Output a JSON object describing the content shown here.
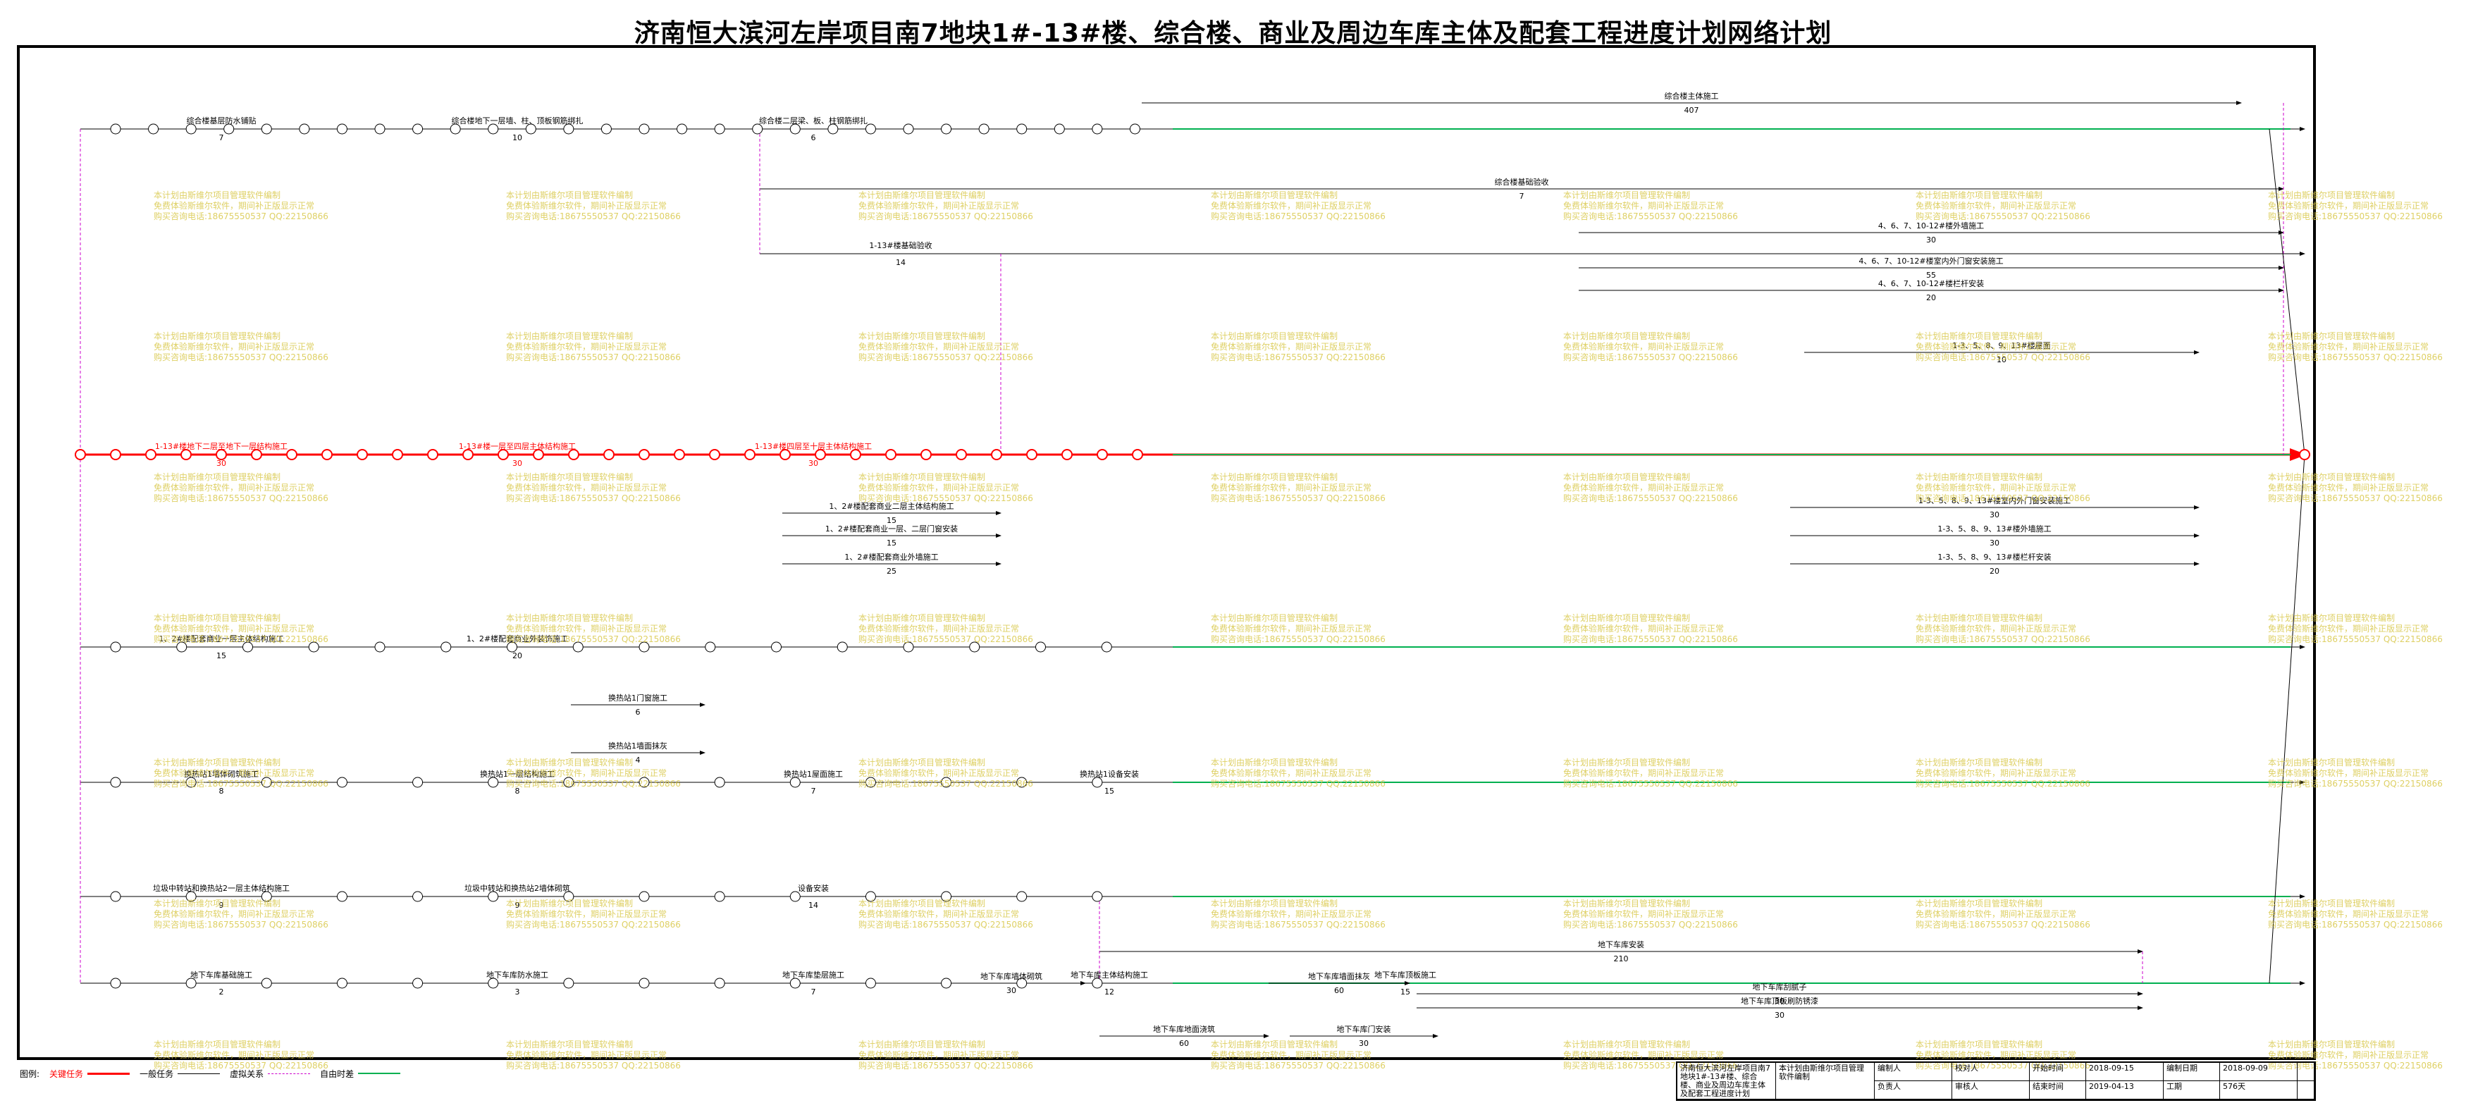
{
  "title": "济南恒大滨河左岸项目南7地块1#-13#楼、综合楼、商业及周边车库主体及配套工程进度计划网络计划",
  "colors": {
    "critical": "#ff0000",
    "normal": "#000000",
    "virtual": "#cc00cc",
    "float": "#00b050",
    "watermark": "#d9c84a"
  },
  "watermark": {
    "line1": "本计划由斯维尔项目管理软件编制",
    "line2": "免费体验斯维尔软件，期间补正版显示正常",
    "line3": "购买咨询电话:18675550537 QQ:22150866"
  },
  "edge_labels": [
    {
      "name": "综合楼基层防水铺贴",
      "dur": "7"
    },
    {
      "name": "综合楼地下一层墙、柱、顶板钢筋绑扎",
      "dur": "10"
    },
    {
      "name": "综合楼二层梁、板、柱钢筋绑扎",
      "dur": "6"
    },
    {
      "name": "综合楼主体施工",
      "dur": "407"
    },
    {
      "name": "综合楼基础验收",
      "dur": "7"
    },
    {
      "name": "1-13#楼基础验收",
      "dur": "14"
    },
    {
      "name": "1-13#楼地下二层至地下一层结构施工",
      "dur": "30"
    },
    {
      "name": "1-13#楼一层至四层主体结构施工",
      "dur": "30"
    },
    {
      "name": "1-13#楼四层至十层主体结构施工",
      "dur": "30"
    },
    {
      "name": "4、6、7、10-12#楼外墙施工",
      "dur": "30"
    },
    {
      "name": "4、6、7、10-12#楼室内外门窗安装施工",
      "dur": "55"
    },
    {
      "name": "4、6、7、10-12#楼栏杆安装",
      "dur": "20"
    },
    {
      "name": "1-3、5、8、9、13#楼屋面",
      "dur": "10"
    },
    {
      "name": "1-3、5、8、9、13#楼室内外门窗安装施工",
      "dur": "30"
    },
    {
      "name": "1-3、5、8、9、13#楼外墙施工",
      "dur": "30"
    },
    {
      "name": "1-3、5、8、9、13#楼栏杆安装",
      "dur": "20"
    },
    {
      "name": "1、2#楼配套商业二层主体结构施工",
      "dur": "15"
    },
    {
      "name": "1、2#楼配套商业一层、二层门窗安装",
      "dur": "15"
    },
    {
      "name": "1、2#楼配套商业外墙施工",
      "dur": "25"
    },
    {
      "name": "1、2#楼配套商业一层主体结构施工",
      "dur": "15"
    },
    {
      "name": "1、2#楼配套商业外装饰施工",
      "dur": "20"
    },
    {
      "name": "换热站1门窗施工",
      "dur": "6"
    },
    {
      "name": "换热站1墙面抹灰",
      "dur": "4"
    },
    {
      "name": "换热站1墙体砌筑施工",
      "dur": "8"
    },
    {
      "name": "换热站1一层结构施工",
      "dur": "8"
    },
    {
      "name": "换热站1屋面施工",
      "dur": "7"
    },
    {
      "name": "换热站1设备安装",
      "dur": "15"
    },
    {
      "name": "垃圾中转站和换热站2一层主体结构施工",
      "dur": "9"
    },
    {
      "name": "垃圾中转站和换热站2墙体砌筑",
      "dur": "9"
    },
    {
      "name": "设备安装",
      "dur": "14"
    },
    {
      "name": "地下车库基础施工",
      "dur": "2"
    },
    {
      "name": "地下车库防水施工",
      "dur": "3"
    },
    {
      "name": "地下车库垫层施工",
      "dur": "7"
    },
    {
      "name": "地下车库主体结构施工",
      "dur": "12"
    },
    {
      "name": "地下车库顶板施工",
      "dur": "15"
    },
    {
      "name": "地下车库墙体砌筑",
      "dur": "30"
    },
    {
      "name": "地下车库安装",
      "dur": "210"
    },
    {
      "name": "地下车库墙面抹灰",
      "dur": "60"
    },
    {
      "name": "地下车库刮腻子",
      "dur": "30"
    },
    {
      "name": "地下车库顶板刷防锈漆",
      "dur": "30"
    },
    {
      "name": "地下车库地面浇筑",
      "dur": "60"
    },
    {
      "name": "地下车库门安装",
      "dur": "30"
    }
  ],
  "legend": {
    "label": "图例:",
    "critical_label": "关键任务",
    "normal_label": "一般任务",
    "virtual_label": "虚拟关系",
    "float_label": "自由时差"
  },
  "titleblock": {
    "project": "济南恒大滨河左岸项目南7地块1#-13#楼、综合楼、商业及周边车库主体及配套工程进度计划",
    "software": "本计划由斯维尔项目管理软件编制",
    "drawn_label": "编制人",
    "check_label": "校对人",
    "manager_label": "负责人",
    "approve_label": "审核人",
    "start_label": "开始时间",
    "start_value": "2018-09-15",
    "end_label": "结束时间",
    "end_value": "2019-04-13",
    "made_label": "编制日期",
    "made_value": "2018-09-09",
    "duration_label": "工期",
    "duration_value": "576天"
  }
}
